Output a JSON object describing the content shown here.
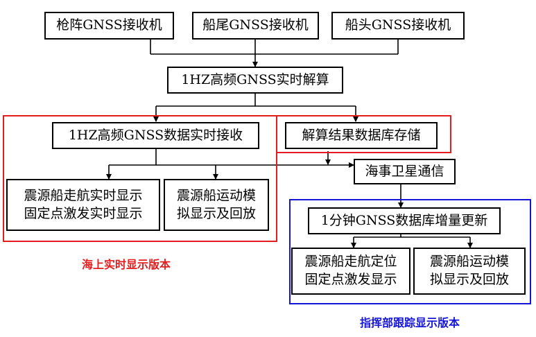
{
  "nodes": {
    "bow_receiver": "枪阵GNSS接收机",
    "stern_receiver": "船尾GNSS接收机",
    "head_receiver": "船头GNSS接收机",
    "solve": "1HZ高频GNSS实时解算",
    "receive": "1HZ高频GNSS数据实时接收",
    "store": "解算结果数据库存储",
    "satellite": "海事卫星通信",
    "sea_nav": [
      "震源船走航实时显示",
      "固定点激发实时显示"
    ],
    "sea_motion": [
      "震源船运动模",
      "拟显示及回放"
    ],
    "update": "1分钟GNSS数据库增量更新",
    "cmd_nav": [
      "震源船走航定位",
      "固定点激发显示"
    ],
    "cmd_motion": [
      "震源船运动模",
      "拟显示及回放"
    ]
  },
  "labels": {
    "sea_version": "海上实时显示版本",
    "command_version": "指挥部跟踪显示版本"
  },
  "colors": {
    "sea_group": "#e31d1d",
    "command_group": "#1515d8",
    "line": "#000000"
  }
}
